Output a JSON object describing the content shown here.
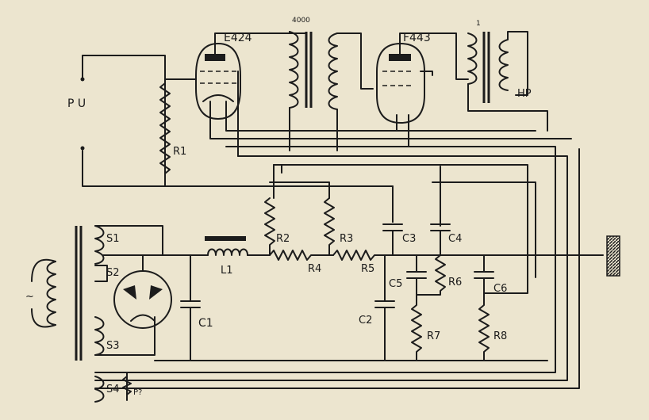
{
  "labels": {
    "pu": "P U",
    "hp": "HP",
    "tube1": "E424",
    "tube2": "F443",
    "ratio": "4000",
    "tick": "1",
    "r1": "R1",
    "r2": "R2",
    "r3": "R3",
    "r4": "R4",
    "r5": "R5",
    "r6": "R6",
    "r7": "R7",
    "r8": "R8",
    "c1": "C1",
    "c2": "C2",
    "c3": "C3",
    "c4": "C4",
    "c5": "C5",
    "c6": "C6",
    "l1": "L1",
    "s1": "S1",
    "s2": "S2",
    "s3": "S3",
    "s4": "S4",
    "p": "P?",
    "mains": "~"
  },
  "colors": {
    "paper": "#ece5cf",
    "ink": "#1c1c1c"
  }
}
